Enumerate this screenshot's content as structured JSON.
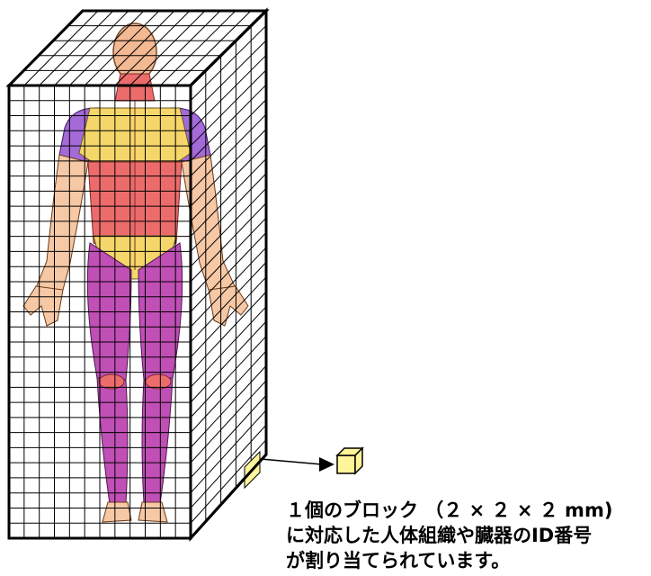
{
  "figure": {
    "caption_lines": [
      "１個のブロック （２ × ２ × ２ mm)",
      "に対応した人体組織や臓器のID番号",
      "が割り当てられています。"
    ]
  },
  "colors": {
    "skin": "#f6c8a5",
    "muscle_red": "#ec6c6c",
    "muscle_purple": "#c04fb6",
    "deltoid_violet": "#a46ad8",
    "fat_yellow": "#f5d66a",
    "voxel_highlight": "#fff59a",
    "outline": "#000000"
  },
  "icons": {
    "voxel_cube": "voxel-cube-icon",
    "arrow": "arrow-right-icon"
  }
}
